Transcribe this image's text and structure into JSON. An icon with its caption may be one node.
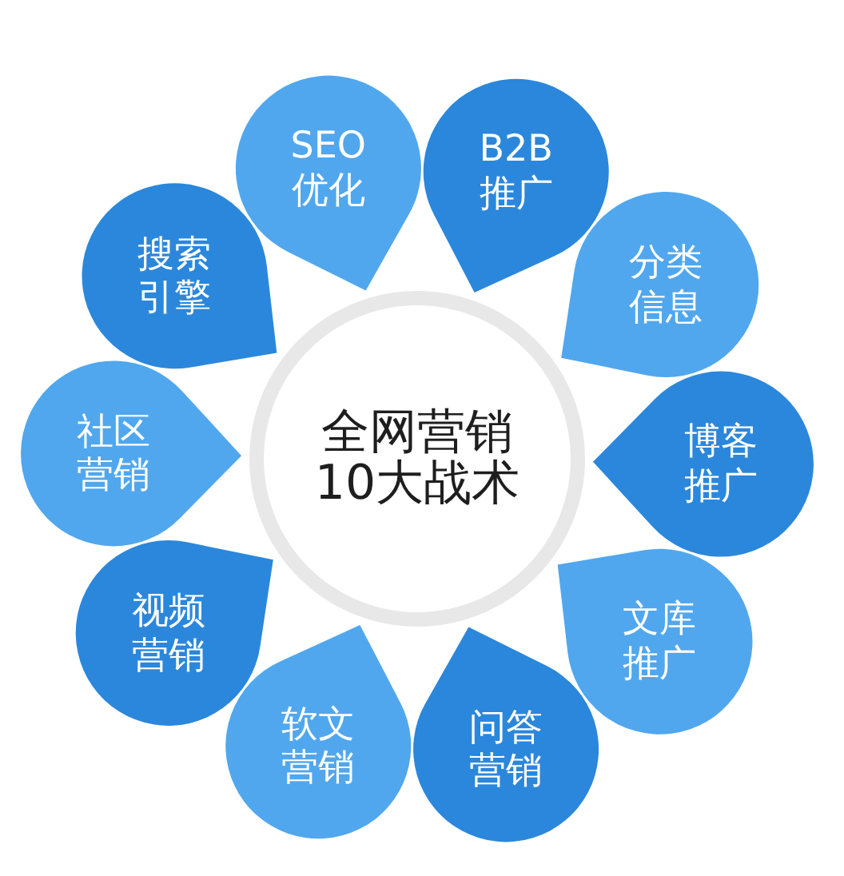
{
  "diagram": {
    "nodes": [
      {
        "text": [
          "全网营销10大战术"
        ]
      },
      {
        "text": [
          "SEO优化"
        ]
      },
      {
        "text": [
          "B2B推广"
        ]
      },
      {
        "text": [
          "分类信息"
        ]
      },
      {
        "text": [
          "博客推广"
        ]
      },
      {
        "text": [
          "文库推广"
        ]
      },
      {
        "text": [
          "问答营销"
        ]
      },
      {
        "text": [
          "软文营销"
        ]
      },
      {
        "text": [
          "视频营销"
        ]
      },
      {
        "text": [
          "社区营销"
        ]
      },
      {
        "text": [
          "搜索引擎"
        ]
      }
    ]
  }
}
